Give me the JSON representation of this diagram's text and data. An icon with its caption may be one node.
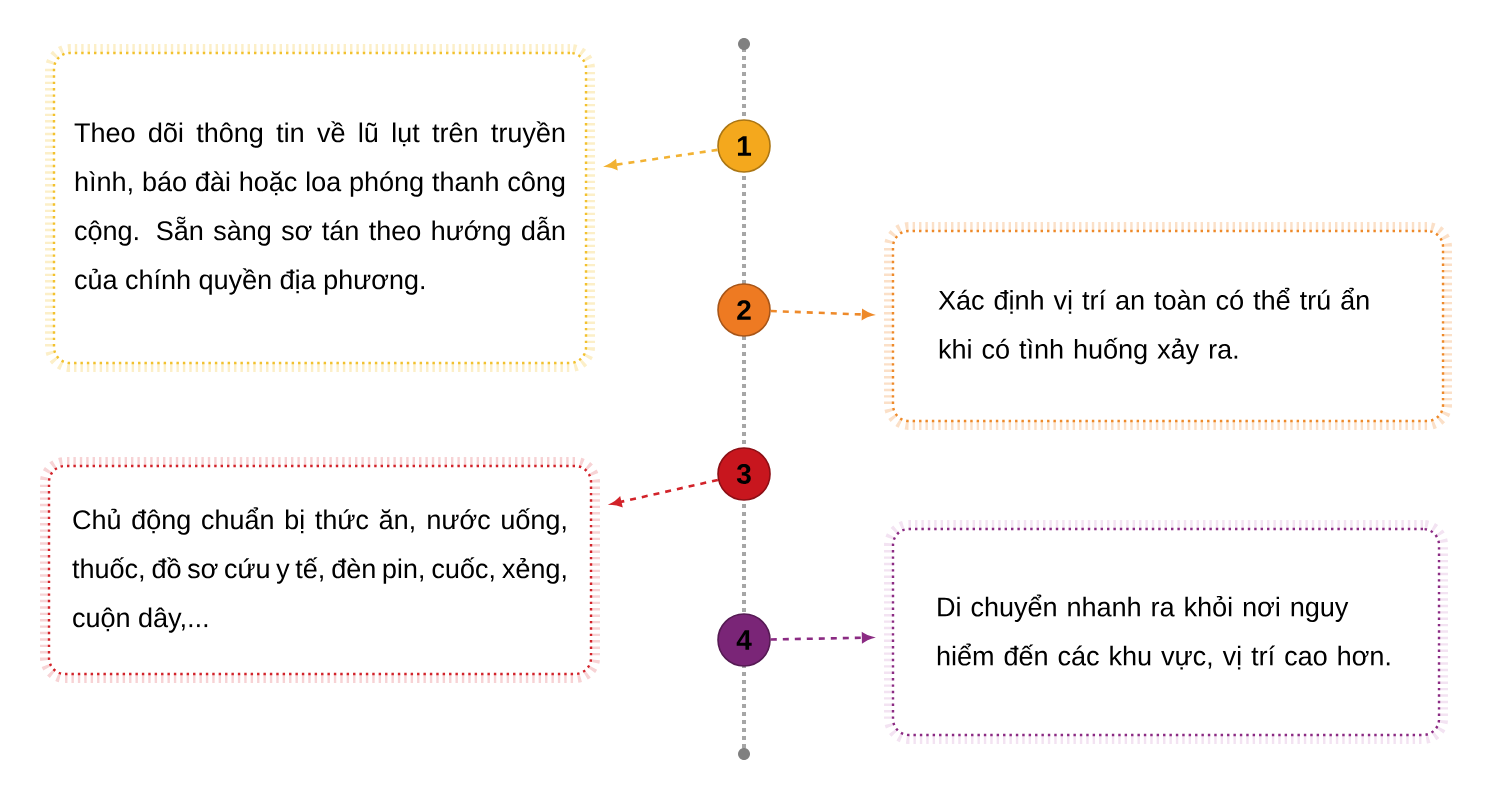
{
  "diagram": {
    "nodes": [
      {
        "text": [
          "Theo dõi thông tin về lũ lụt trên truyền hình, báo đài hoặc loa phóng thanh công cộng. Sẵn sàng sơ tán theo hướng dẫn của chính quyền địa phương."
        ]
      },
      {
        "text": [
          "1"
        ]
      },
      {
        "text": [
          "2"
        ]
      },
      {
        "text": [
          "Xác định vị trí an toàn có thể trú ẩn khi có tình huống xảy ra."
        ]
      },
      {
        "text": [
          "3"
        ]
      },
      {
        "text": [
          "Chủ động chuẩn bị thức ăn, nước uống, thuốc, đồ sơ cứu y tế, đèn pin, cuốc, xẻng, cuộn dây,..."
        ]
      },
      {
        "text": [
          "4"
        ]
      },
      {
        "text": [
          "Di chuyển nhanh ra khỏi nơi nguy hiểm đến các khu vực, vị trí cao hơn."
        ]
      }
    ],
    "edges": [
      {
        "from": 1,
        "to": 0,
        "arrow": "to",
        "style": "dashed",
        "color": "#f2b233"
      },
      {
        "from": 2,
        "to": 3,
        "arrow": "to",
        "style": "dashed",
        "color": "#ee8a2a"
      },
      {
        "from": 4,
        "to": 5,
        "arrow": "to",
        "style": "dashed",
        "color": "#d2232a"
      },
      {
        "from": 6,
        "to": 7,
        "arrow": "to",
        "style": "dashed",
        "color": "#8b2b83"
      }
    ]
  }
}
